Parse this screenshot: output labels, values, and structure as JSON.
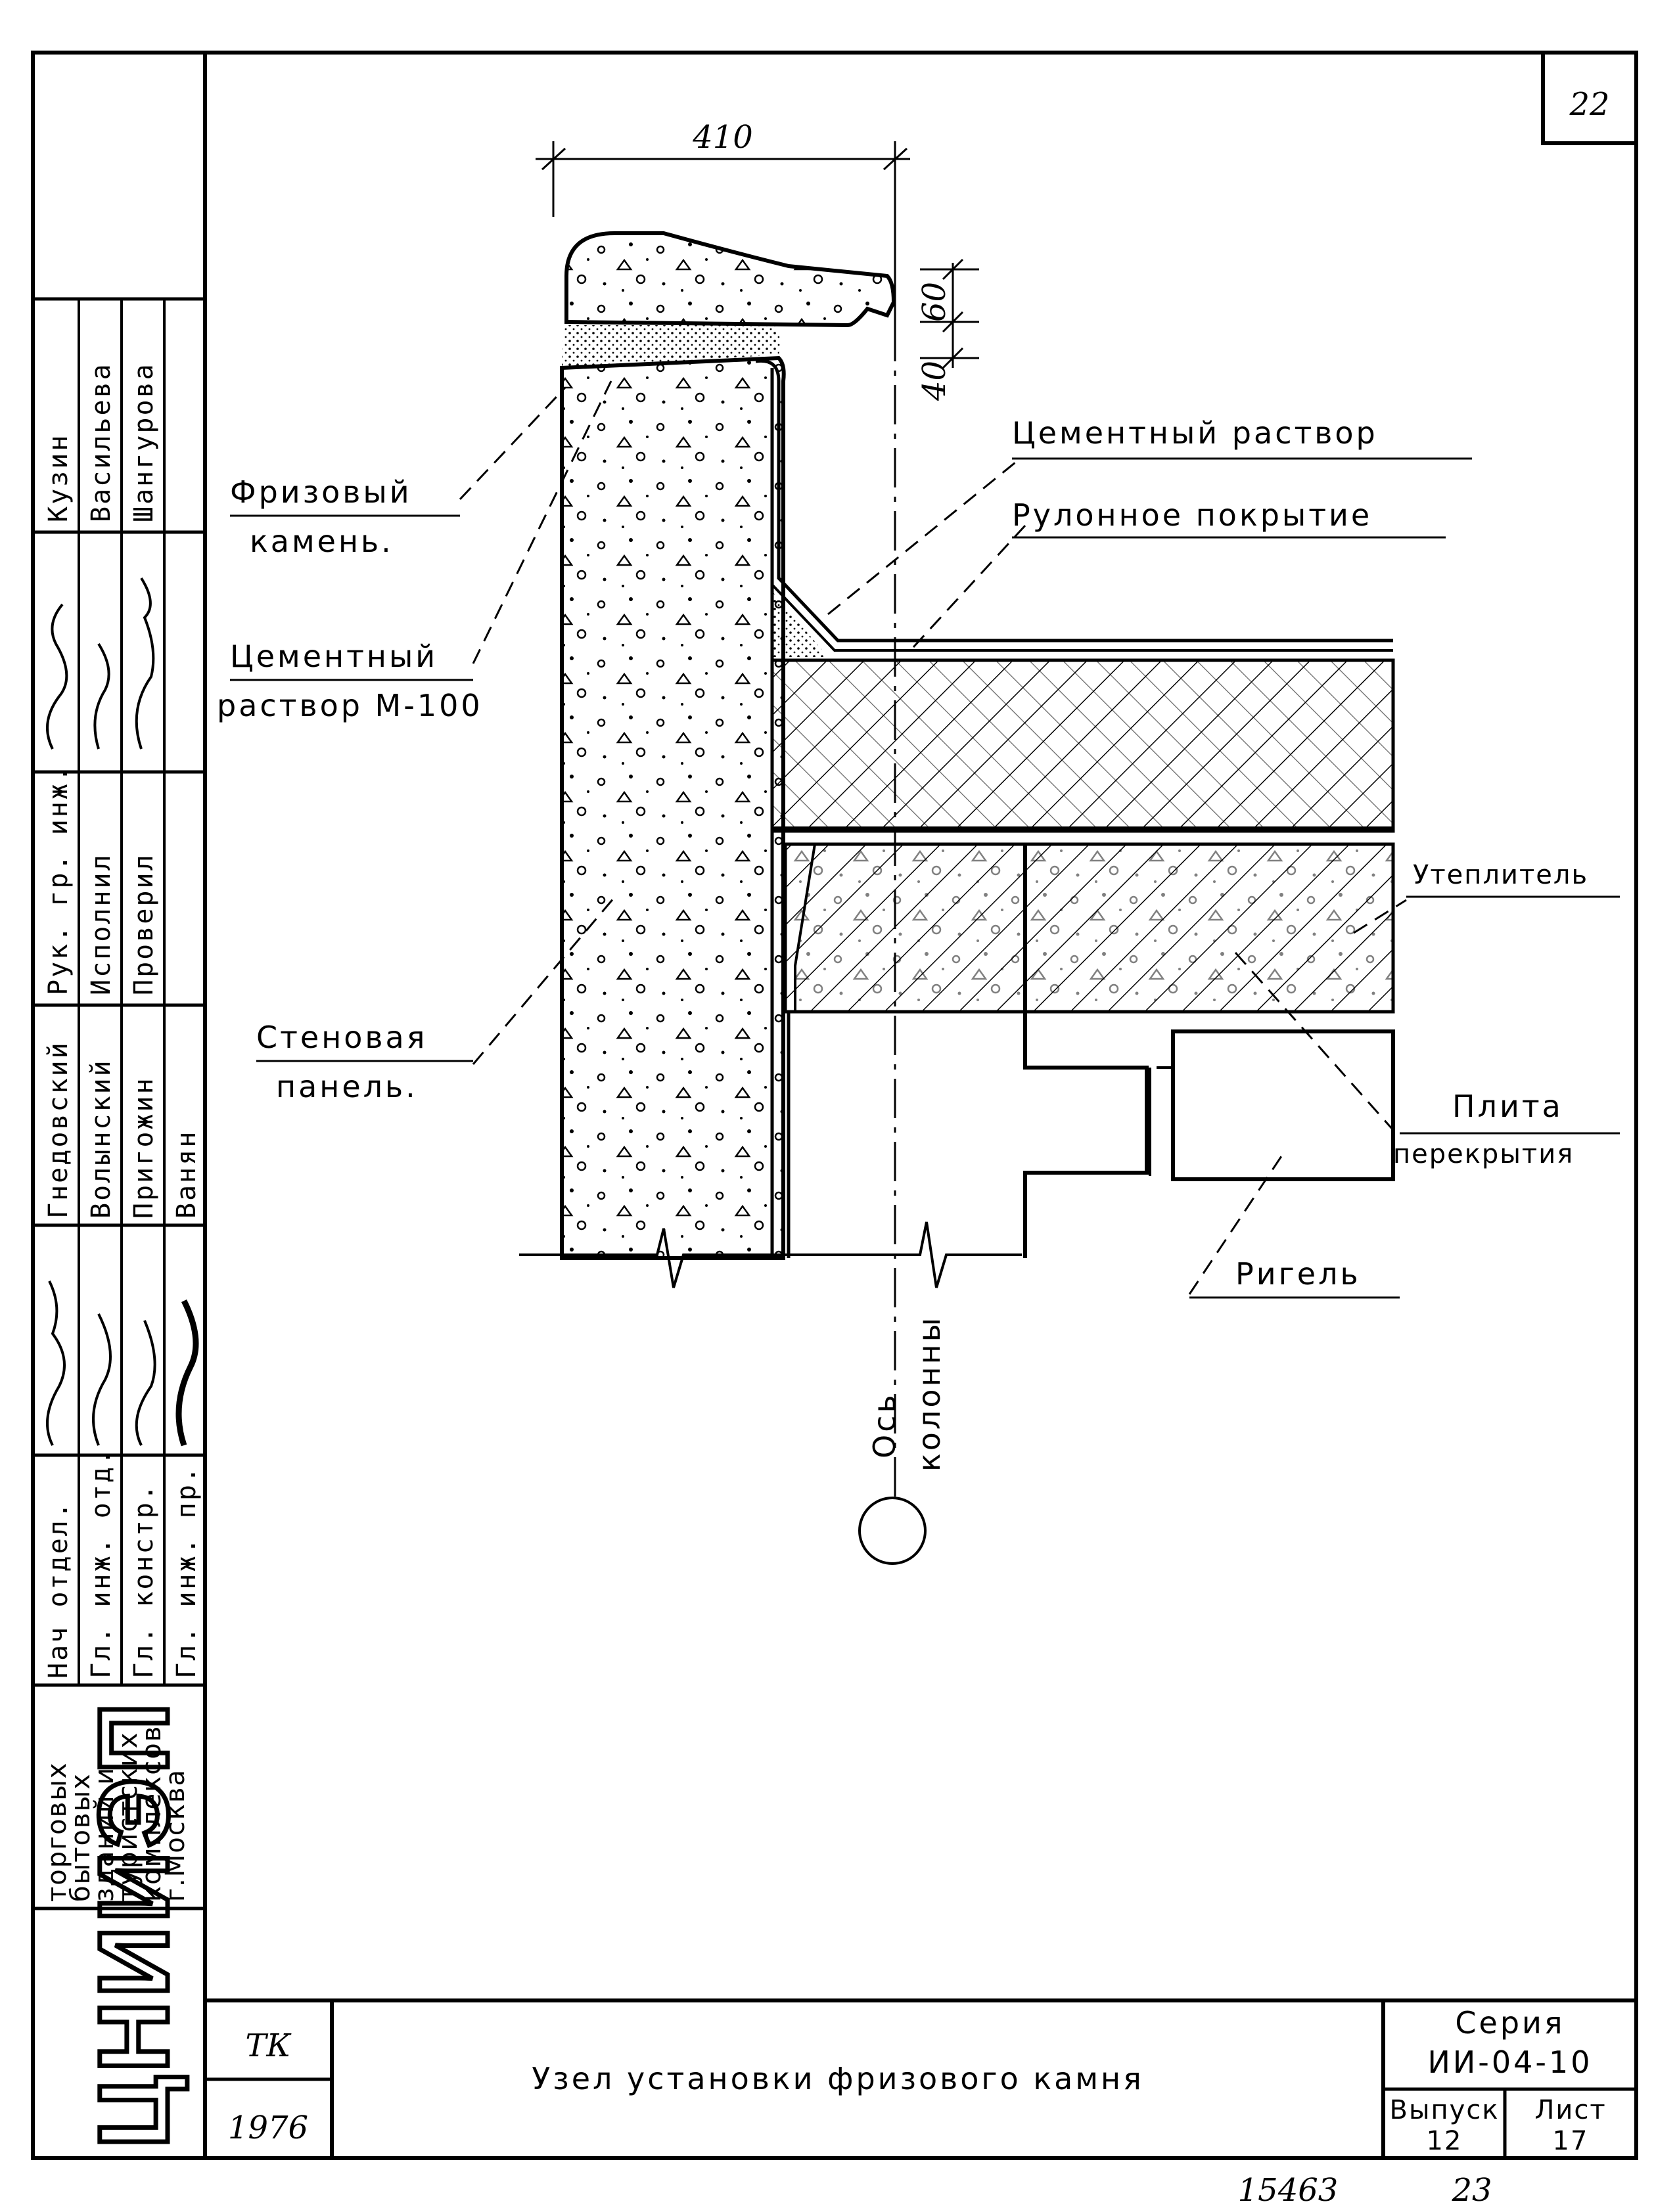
{
  "sheet": {
    "page_number": "22",
    "dimension_width": "410",
    "dimension_60": "60",
    "dimension_40": "40",
    "stamp_code": "15463",
    "stamp_page": "23"
  },
  "labels": {
    "frieze_stone": [
      "Фризовый",
      "камень."
    ],
    "cement_m100": [
      "Цементный",
      "раствор М-100"
    ],
    "wall_panel": [
      "Стеновая",
      "панель."
    ],
    "cement_mortar": "Цементный раствор",
    "roll_cover": "Рулонное покрытие",
    "insulation": "Утеплитель",
    "slab": [
      "Плита",
      "перекрытия"
    ],
    "girder": "Ригель",
    "column_axis": [
      "Ось",
      "колонны"
    ]
  },
  "title_block": {
    "tk": "ТК",
    "year": "1976",
    "title": "Узел установки фризового камня",
    "series_label": "Серия",
    "series_value": "ИИ-04-10",
    "issue_label": "Выпуск",
    "issue_value": "12",
    "sheet_label": "Лист",
    "sheet_value": "17"
  },
  "side_block": {
    "org_logo": "ЦНИИЭП",
    "org_lines": [
      "торговых",
      "бытовых",
      "зданий и",
      "туристских",
      "комплексов",
      "г.Москва"
    ],
    "roles": [
      "Нач отдел.",
      "Гл. инж. отд.",
      "Гл. констр.",
      "Гл. инж. пр."
    ],
    "names": [
      "Гнедовский",
      "Волынский",
      "Пригожин",
      "Ванян"
    ],
    "roles2": [
      "Рук. гр. инж.",
      "Исполнил",
      "Проверил"
    ],
    "names2": [
      "Кузин",
      "Васильева",
      "Шангурова"
    ]
  }
}
